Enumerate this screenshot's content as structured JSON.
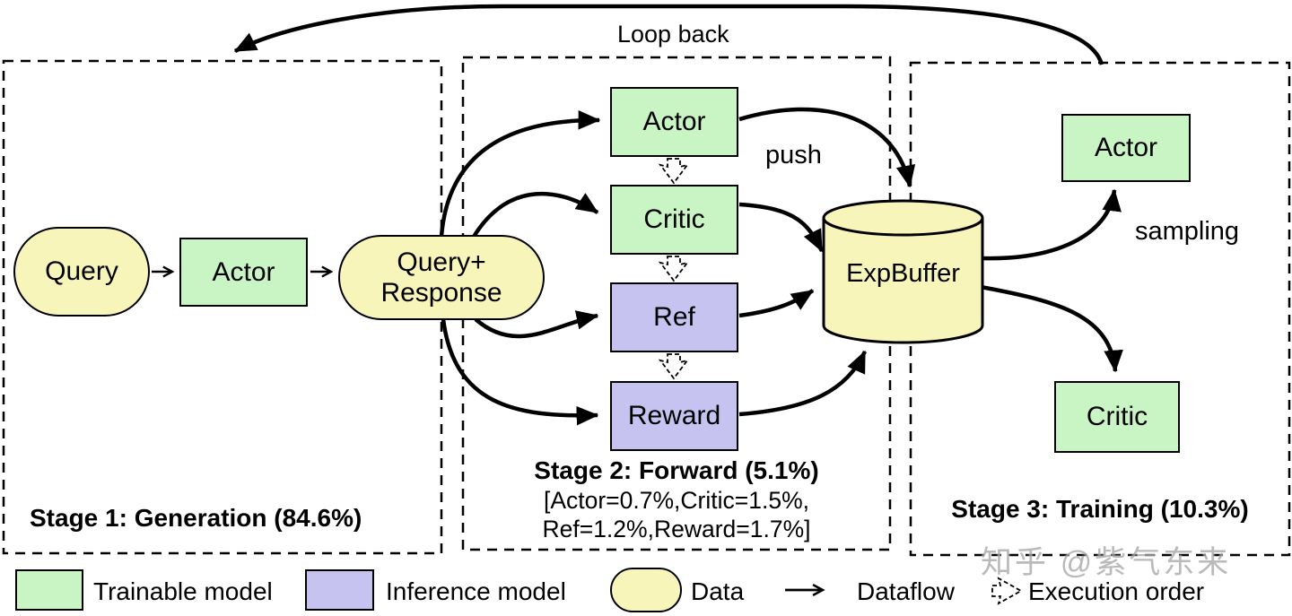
{
  "colors": {
    "trainable": "#c9f4c3",
    "inference": "#c7c3f1",
    "data": "#f8f5ba",
    "stroke": "#000000",
    "watermark": "#a9a9a9"
  },
  "loop_back_label": "Loop back",
  "nodes": {
    "query": "Query",
    "actor_stage1": "Actor",
    "query_response": "Query+\nResponse",
    "actor_stage2": "Actor",
    "critic_stage2": "Critic",
    "ref": "Ref",
    "reward": "Reward",
    "exp_buffer": "ExpBuffer",
    "actor_stage3": "Actor",
    "critic_stage3": "Critic"
  },
  "edge_labels": {
    "push": "push",
    "sampling": "sampling"
  },
  "stage1": {
    "label": "Stage 1: Generation (84.6%)"
  },
  "stage2": {
    "label": "Stage 2: Forward (5.1%)",
    "breakdown_line1": "[Actor=0.7%,Critic=1.5%,",
    "breakdown_line2": "Ref=1.2%,Reward=1.7%]"
  },
  "stage3": {
    "label": "Stage 3: Training (10.3%)"
  },
  "legend": {
    "trainable": "Trainable model",
    "inference": "Inference model",
    "data": "Data",
    "dataflow": "Dataflow",
    "execution_order": "Execution order"
  },
  "watermark": "知乎 @紫气东来"
}
